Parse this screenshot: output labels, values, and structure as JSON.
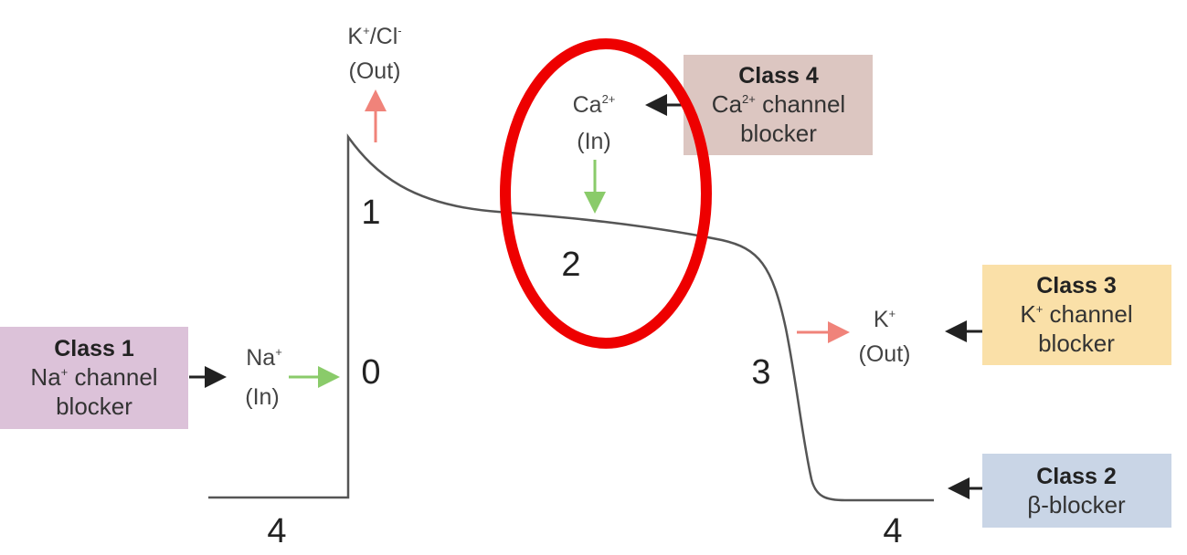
{
  "phases": {
    "p0": "0",
    "p1": "1",
    "p2": "2",
    "p3": "3",
    "p4_left": "4",
    "p4_right": "4"
  },
  "ions": {
    "k_cl_out": {
      "main": "K",
      "sup1": "+",
      "mid": "/Cl",
      "sup2": "-",
      "line2": "(Out)"
    },
    "ca_in": {
      "main": "Ca",
      "sup": "2+",
      "line2": "(In)"
    },
    "na_in": {
      "main": "Na",
      "sup": "+",
      "line2": "(In)"
    },
    "k_out": {
      "main": "K",
      "sup": "+",
      "line2": "(Out)"
    }
  },
  "classes": [
    {
      "title": "Class 1",
      "line1_main": "Na",
      "line1_sup": "+",
      "line1_rest": " channel",
      "line2": "blocker",
      "color": "#dcc2d9"
    },
    {
      "title": "Class 2",
      "line1": "β-blocker",
      "color": "#c9d5e6"
    },
    {
      "title": "Class 3",
      "line1_main": "K",
      "line1_sup": "+",
      "line1_rest": " channel",
      "line2": "blocker",
      "color": "#fae0a8"
    },
    {
      "title": "Class 4",
      "line1_main": "Ca",
      "line1_sup": "2+",
      "line1_rest": " channel",
      "line2": "blocker",
      "color": "#dcc6c1"
    }
  ],
  "colors": {
    "efflux_arrow": "#f0837a",
    "influx_arrow": "#8acb6a",
    "highlight_ellipse": "#ee0000",
    "curve": "#555555"
  }
}
